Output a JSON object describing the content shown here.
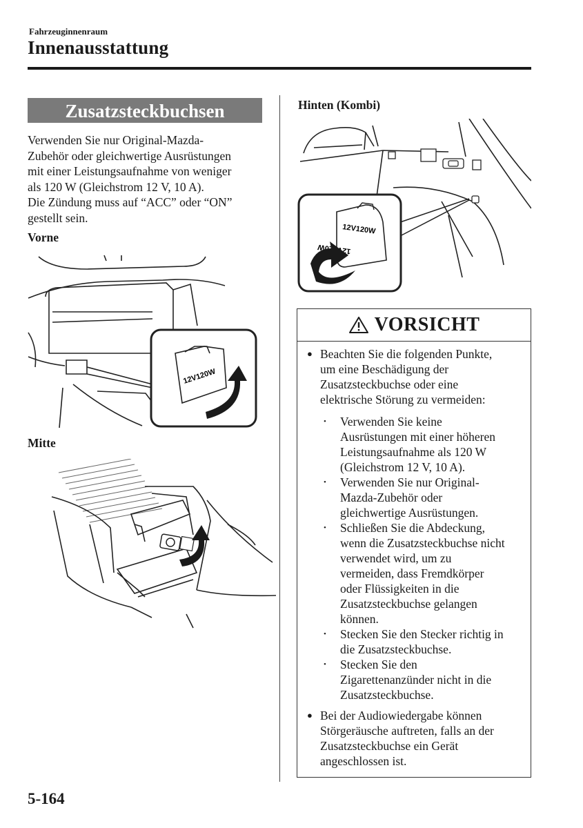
{
  "header": {
    "section": "Fahrzeuginnenraum",
    "title": "Innenausstattung"
  },
  "left": {
    "heading": "Zusatzsteckbuchsen",
    "intro": [
      "Verwenden Sie nur Original-Mazda-",
      "Zubehör oder gleichwertige Ausrüstungen",
      "mit einer Leistungsaufnahme von weniger",
      "als 120 W (Gleichstrom 12 V, 10 A).",
      "Die Zündung muss auf “ACC” oder “ON”",
      "gestellt sein."
    ],
    "label_front": "Vorne",
    "label_center": "Mitte",
    "figure_front_cover_text": "12V120W"
  },
  "right": {
    "label_rear": "Hinten (Kombi)",
    "figure_rear_cover_text_top": "12V120W",
    "figure_rear_cover_text_bottom": "12V120W",
    "caution": {
      "title": "VORSICHT",
      "bullet1": [
        "Beachten Sie die folgenden Punkte,",
        "um eine Beschädigung der",
        "Zusatzsteckbuchse oder eine",
        "elektrische Störung zu vermeiden:"
      ],
      "subitems": [
        [
          "Verwenden Sie keine",
          "Ausrüstungen mit einer höheren",
          "Leistungsaufnahme als 120 W",
          "(Gleichstrom 12 V, 10 A)."
        ],
        [
          "Verwenden Sie nur Original-",
          "Mazda-Zubehör oder",
          "gleichwertige Ausrüstungen."
        ],
        [
          "Schließen Sie die Abdeckung,",
          "wenn die Zusatzsteckbuchse nicht",
          "verwendet wird, um zu",
          "vermeiden, dass Fremdkörper",
          "oder Flüssigkeiten in die",
          "Zusatzsteckbuchse gelangen",
          "können."
        ],
        [
          "Stecken Sie den Stecker richtig in",
          "die Zusatzsteckbuchse."
        ],
        [
          "Stecken Sie den",
          "Zigarettenanzünder nicht in die",
          "Zusatzsteckbuchse."
        ]
      ],
      "bullet2": [
        "Bei der Audiowiedergabe können",
        "Störgeräusche auftreten, falls an der",
        "Zusatzsteckbuchse ein Gerät",
        "angeschlossen ist."
      ]
    }
  },
  "footer": {
    "page_number": "5-164"
  },
  "icons": {
    "warning": "warning-triangle-icon"
  }
}
